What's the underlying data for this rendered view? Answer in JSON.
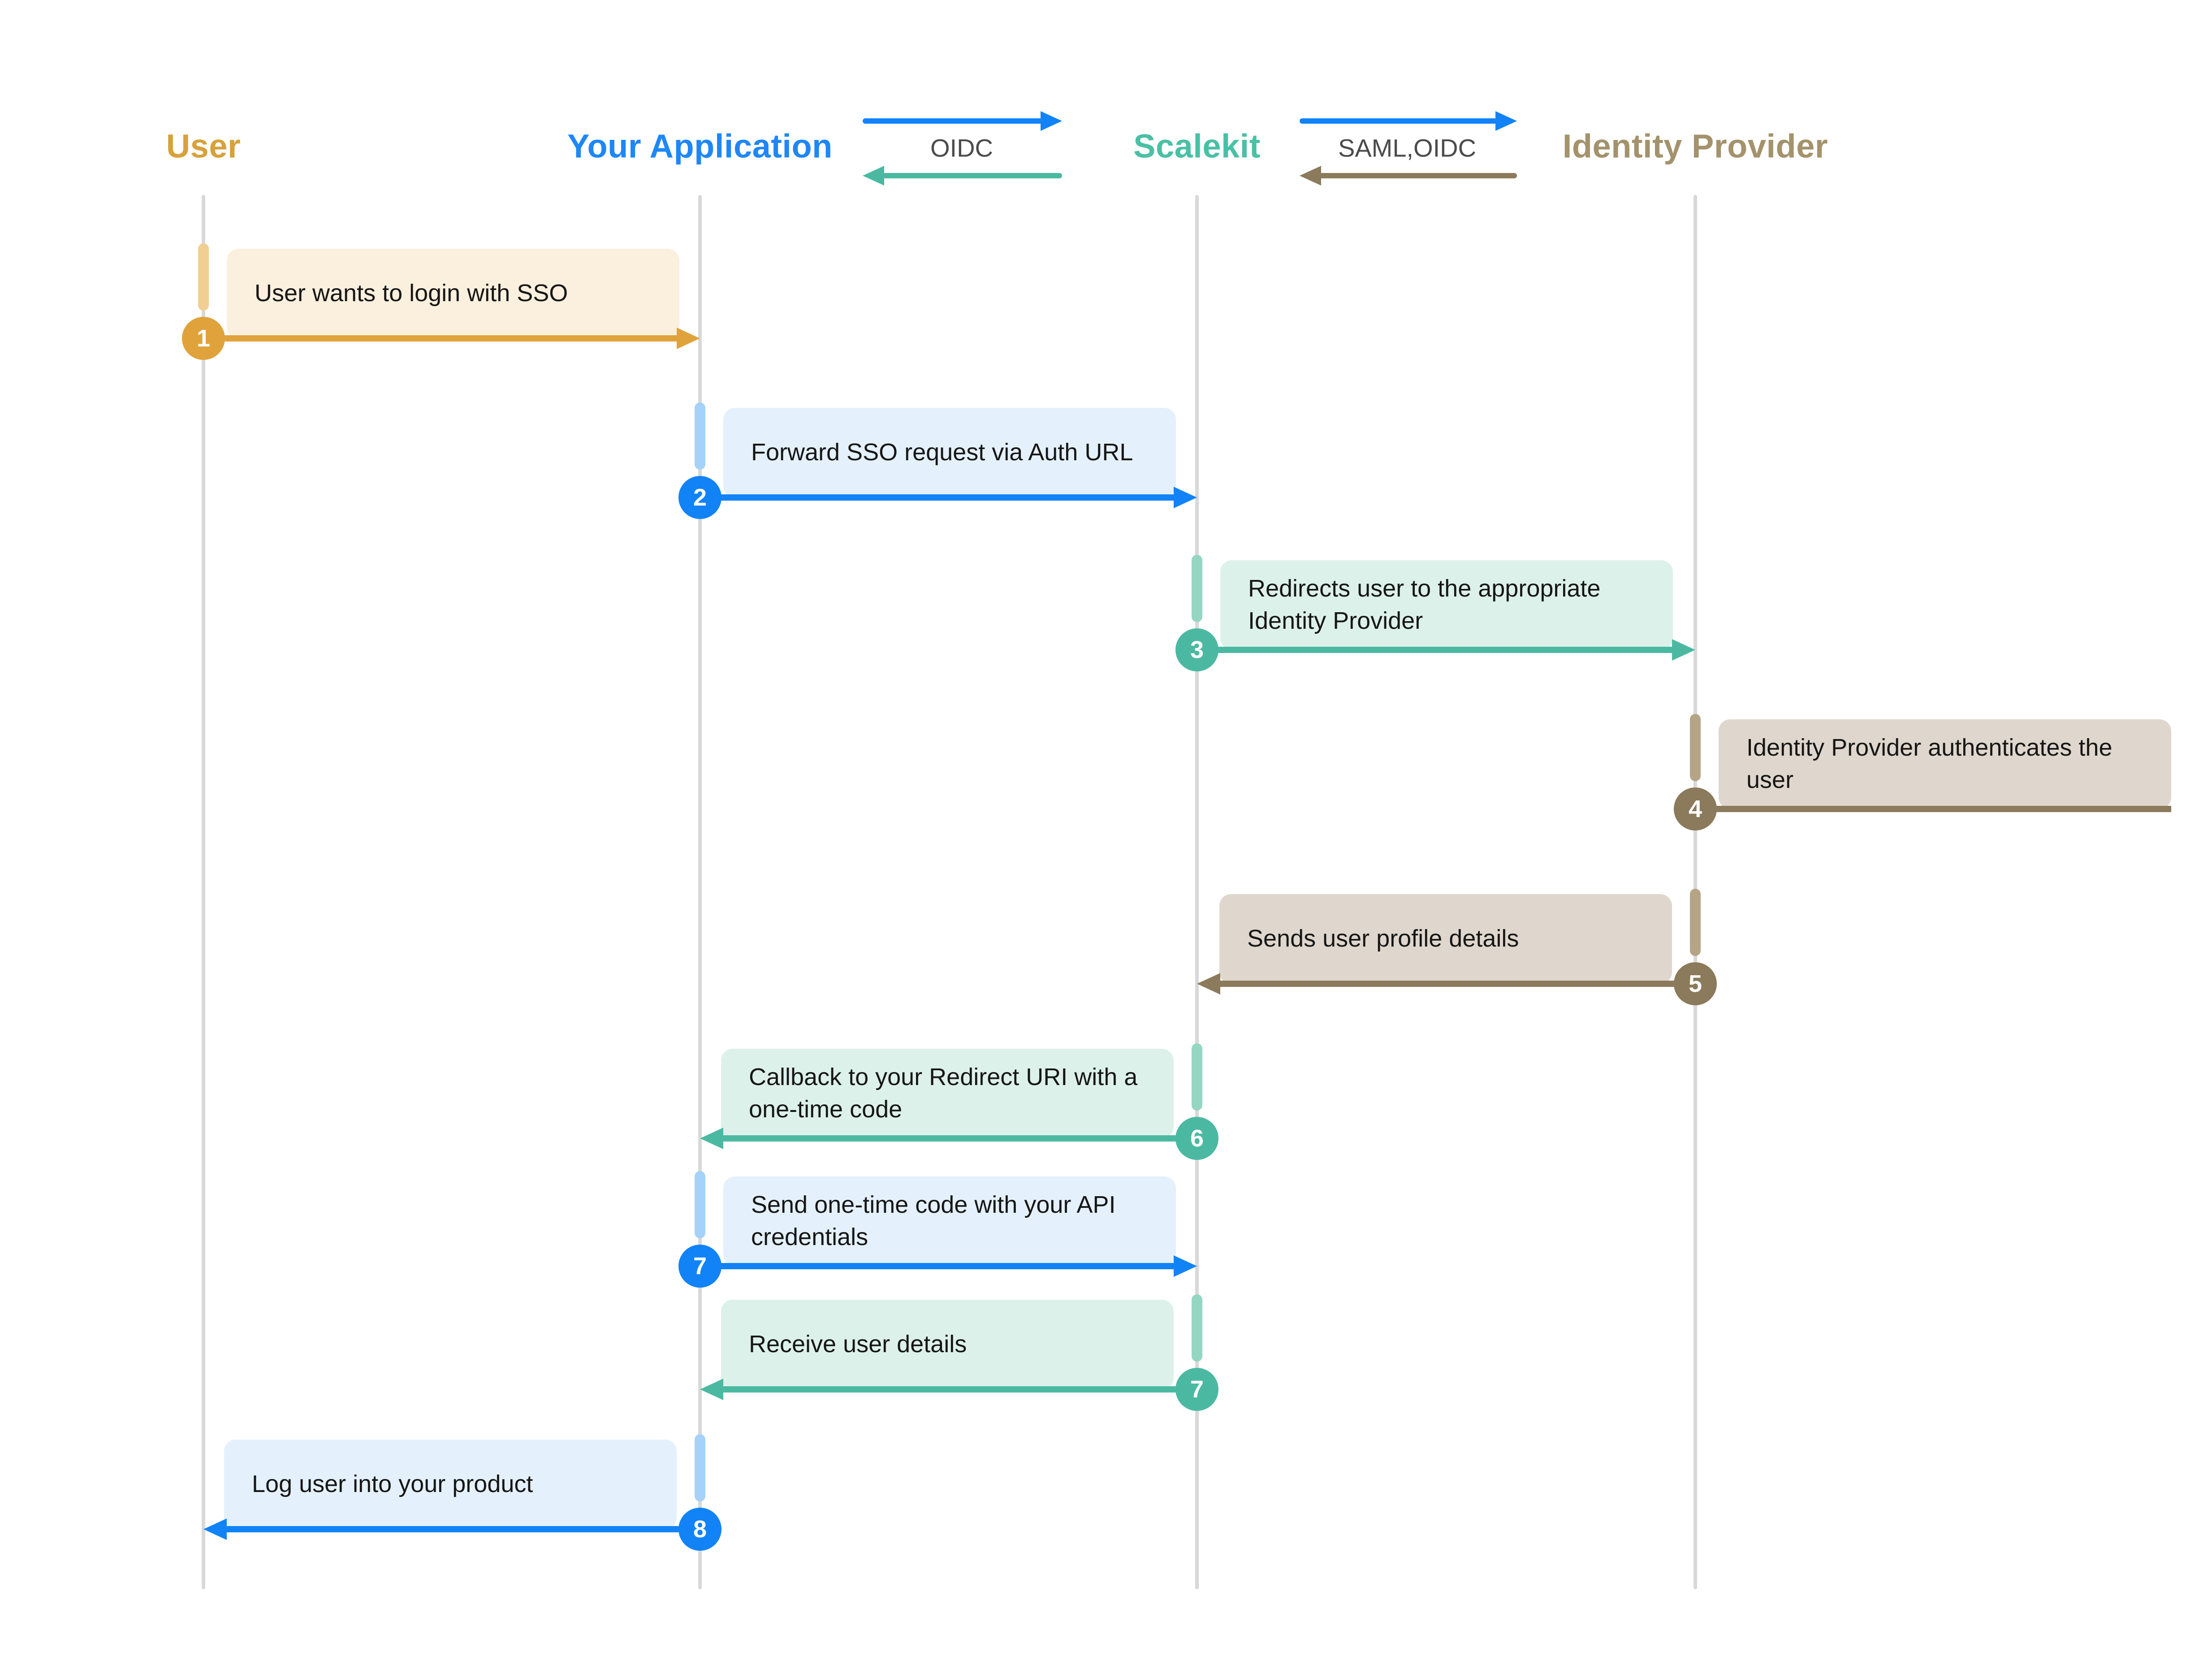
{
  "actors": [
    {
      "label": "User",
      "theme": "orange"
    },
    {
      "label": "Your Application",
      "theme": "blue"
    },
    {
      "label": "Scalekit",
      "theme": "teal"
    },
    {
      "label": "Identity Provider",
      "theme": "brown"
    }
  ],
  "protocols": [
    {
      "label": "OIDC",
      "forward_theme": "blue",
      "back_theme": "teal"
    },
    {
      "label": "SAML,OIDC",
      "forward_theme": "blue",
      "back_theme": "brown"
    }
  ],
  "themes": {
    "orange": {
      "header": "#D7A23C",
      "main": "#E0A33C",
      "light": "#F1CE92",
      "box": "#FAF0DD"
    },
    "blue": {
      "header": "#1E87F7",
      "main": "#1283F7",
      "light": "#A5D2F9",
      "box": "#E4F1FC"
    },
    "teal": {
      "header": "#4AC0A5",
      "main": "#4BB9A2",
      "light": "#95D6C3",
      "box": "#DDF1EB"
    },
    "brown": {
      "header": "#A3926B",
      "main": "#8B7A5B",
      "light": "#B5A486",
      "box": "#DFD7CD"
    }
  },
  "steps": [
    {
      "number": "1",
      "text": "User wants to login with SSO",
      "from": "User",
      "to": "Your Application",
      "theme": "orange",
      "direction": "right"
    },
    {
      "number": "2",
      "text": "Forward SSO request via Auth URL",
      "from": "Your Application",
      "to": "Scalekit",
      "theme": "blue",
      "direction": "right"
    },
    {
      "number": "3",
      "text": "Redirects user to the appropriate Identity Provider",
      "from": "Scalekit",
      "to": "Identity Provider",
      "theme": "teal",
      "direction": "right"
    },
    {
      "number": "4",
      "text": "Identity Provider authenticates the user",
      "from": "Identity Provider",
      "to": "Identity Provider",
      "theme": "brown",
      "direction": "self"
    },
    {
      "number": "5",
      "text": "Sends user profile details",
      "from": "Identity Provider",
      "to": "Scalekit",
      "theme": "brown",
      "direction": "left"
    },
    {
      "number": "6",
      "text": "Callback to your Redirect URI with a one-time code",
      "from": "Scalekit",
      "to": "Your Application",
      "theme": "teal",
      "direction": "left"
    },
    {
      "number": "7",
      "text": "Send one-time code with your API credentials",
      "from": "Your Application",
      "to": "Scalekit",
      "theme": "blue",
      "direction": "right"
    },
    {
      "number": "7",
      "text": "Receive user details",
      "from": "Scalekit",
      "to": "Your Application",
      "theme": "teal",
      "direction": "left"
    },
    {
      "number": "8",
      "text": "Log user into your product",
      "from": "Your Application",
      "to": "User",
      "theme": "blue",
      "direction": "left"
    }
  ]
}
